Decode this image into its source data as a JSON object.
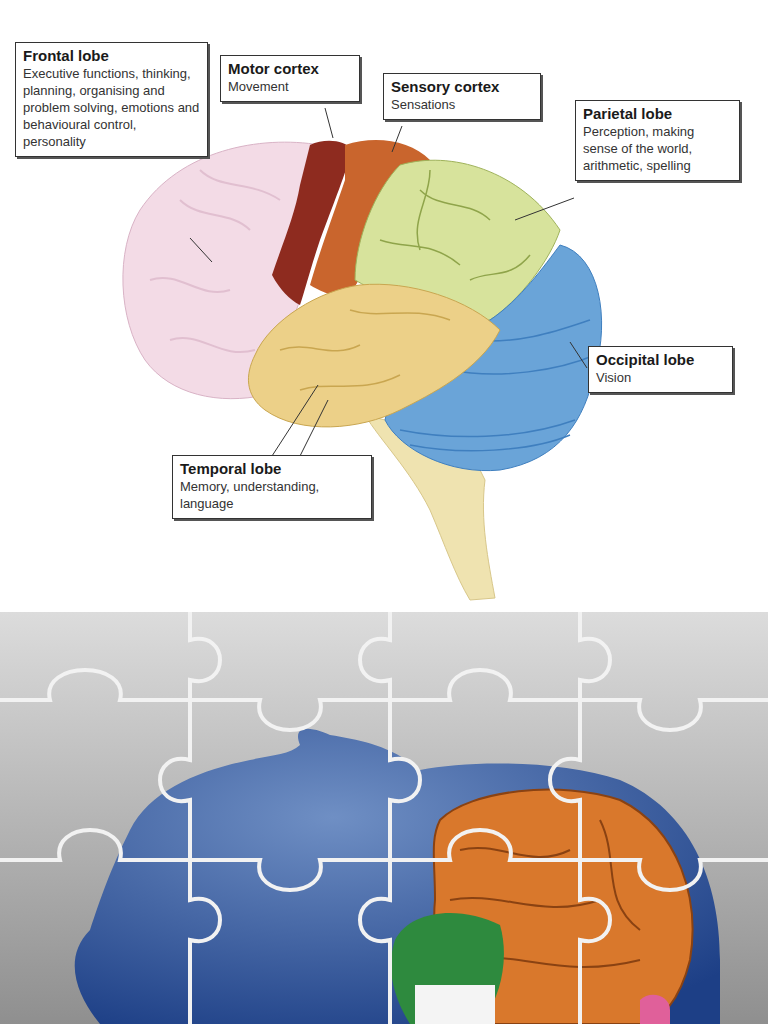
{
  "diagram": {
    "nodes": [
      {
        "text": [
          "Frontal lobe",
          "Executive functions, thinking, planning, organising and problem solving, emotions and behavioural control, personality"
        ]
      },
      {
        "text": [
          "Motor cortex",
          "Movement"
        ]
      },
      {
        "text": [
          "Sensory cortex",
          "Sensations"
        ]
      },
      {
        "text": [
          "Parietal lobe",
          "Perception, making sense of the world, arithmetic, spelling"
        ]
      },
      {
        "text": [
          "Occipital lobe",
          "Vision"
        ]
      },
      {
        "text": [
          "Temporal lobe",
          "Memory, understanding, language"
        ]
      }
    ]
  }
}
